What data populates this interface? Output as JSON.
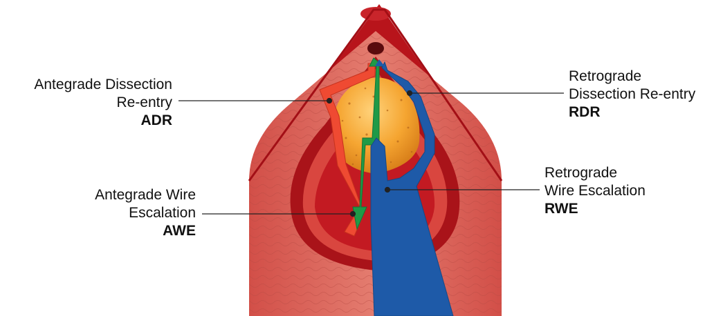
{
  "labels": {
    "adr": {
      "line1": "Antegrade Dissection",
      "line2": "Re-entry",
      "abbr": "ADR"
    },
    "awe": {
      "line1": "Antegrade Wire",
      "line2": "Escalation",
      "abbr": "AWE"
    },
    "rdr": {
      "line1": "Retrograde",
      "line2": "Dissection Re-entry",
      "abbr": "RDR"
    },
    "rwe": {
      "line1": "Retrograde",
      "line2": "Wire Escalation",
      "abbr": "RWE"
    }
  },
  "colors": {
    "vessel_dark": "#b8141b",
    "vessel_wall": "#d9625a",
    "vessel_lumen": "#c31a22",
    "plaque": "#f2a02c",
    "red_wire": "#ef4a32",
    "green_wire": "#1f9a47",
    "blue_wire": "#1e5aa8",
    "leader_line": "#222222"
  }
}
